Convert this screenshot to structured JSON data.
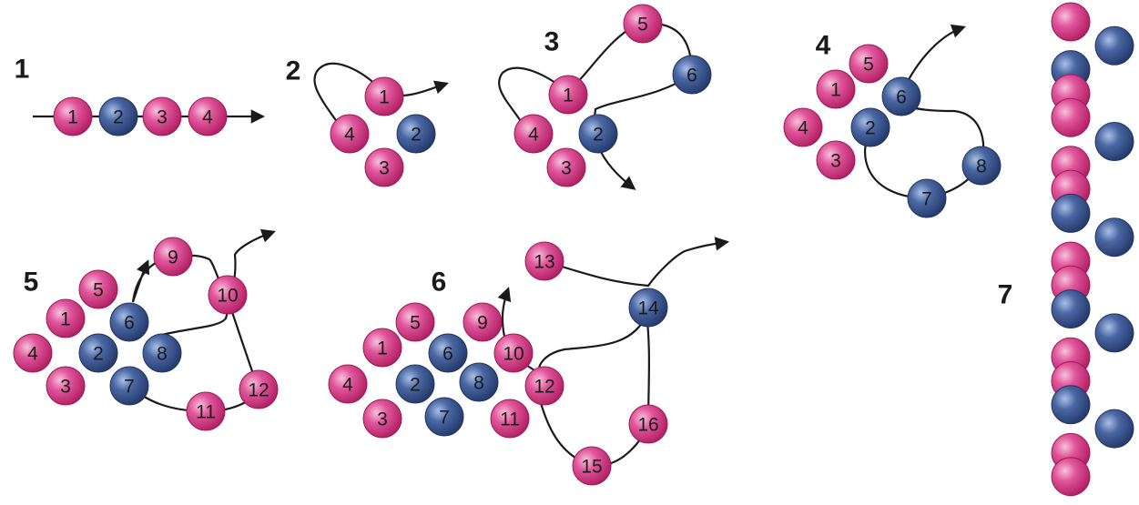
{
  "colors": {
    "pink": "#d6347f",
    "blue": "#3e5a92",
    "thread": "#1a1a1a"
  },
  "steps": [
    {
      "number": "1",
      "beads": [
        {
          "label": "1",
          "color": "pink"
        },
        {
          "label": "2",
          "color": "blue"
        },
        {
          "label": "3",
          "color": "pink"
        },
        {
          "label": "4",
          "color": "pink"
        }
      ]
    },
    {
      "number": "2",
      "beads": [
        {
          "label": "1",
          "color": "pink"
        },
        {
          "label": "2",
          "color": "blue"
        },
        {
          "label": "3",
          "color": "pink"
        },
        {
          "label": "4",
          "color": "pink"
        }
      ]
    },
    {
      "number": "3",
      "beads": [
        {
          "label": "1",
          "color": "pink"
        },
        {
          "label": "2",
          "color": "blue"
        },
        {
          "label": "3",
          "color": "pink"
        },
        {
          "label": "4",
          "color": "pink"
        },
        {
          "label": "5",
          "color": "pink"
        },
        {
          "label": "6",
          "color": "blue"
        }
      ]
    },
    {
      "number": "4",
      "beads": [
        {
          "label": "1",
          "color": "pink"
        },
        {
          "label": "2",
          "color": "blue"
        },
        {
          "label": "3",
          "color": "pink"
        },
        {
          "label": "4",
          "color": "pink"
        },
        {
          "label": "5",
          "color": "pink"
        },
        {
          "label": "6",
          "color": "blue"
        },
        {
          "label": "7",
          "color": "blue"
        },
        {
          "label": "8",
          "color": "blue"
        }
      ]
    },
    {
      "number": "5",
      "beads": [
        {
          "label": "1",
          "color": "pink"
        },
        {
          "label": "2",
          "color": "blue"
        },
        {
          "label": "3",
          "color": "pink"
        },
        {
          "label": "4",
          "color": "pink"
        },
        {
          "label": "5",
          "color": "pink"
        },
        {
          "label": "6",
          "color": "blue"
        },
        {
          "label": "7",
          "color": "blue"
        },
        {
          "label": "8",
          "color": "blue"
        },
        {
          "label": "9",
          "color": "pink"
        },
        {
          "label": "10",
          "color": "pink"
        },
        {
          "label": "11",
          "color": "pink"
        },
        {
          "label": "12",
          "color": "pink"
        }
      ]
    },
    {
      "number": "6",
      "beads": [
        {
          "label": "1",
          "color": "pink"
        },
        {
          "label": "2",
          "color": "blue"
        },
        {
          "label": "3",
          "color": "pink"
        },
        {
          "label": "4",
          "color": "pink"
        },
        {
          "label": "5",
          "color": "pink"
        },
        {
          "label": "6",
          "color": "blue"
        },
        {
          "label": "7",
          "color": "blue"
        },
        {
          "label": "8",
          "color": "blue"
        },
        {
          "label": "9",
          "color": "pink"
        },
        {
          "label": "10",
          "color": "pink"
        },
        {
          "label": "11",
          "color": "pink"
        },
        {
          "label": "12",
          "color": "pink"
        },
        {
          "label": "13",
          "color": "pink"
        },
        {
          "label": "14",
          "color": "blue"
        },
        {
          "label": "15",
          "color": "pink"
        },
        {
          "label": "16",
          "color": "pink"
        }
      ]
    },
    {
      "number": "7",
      "rows": [
        "pink",
        "blue",
        "blue",
        "pink",
        "pink",
        "blue",
        "pink",
        "pink",
        "blue",
        "blue",
        "pink",
        "pink",
        "blue",
        "blue",
        "pink",
        "pink",
        "blue",
        "blue",
        "pink",
        "pink"
      ]
    }
  ]
}
